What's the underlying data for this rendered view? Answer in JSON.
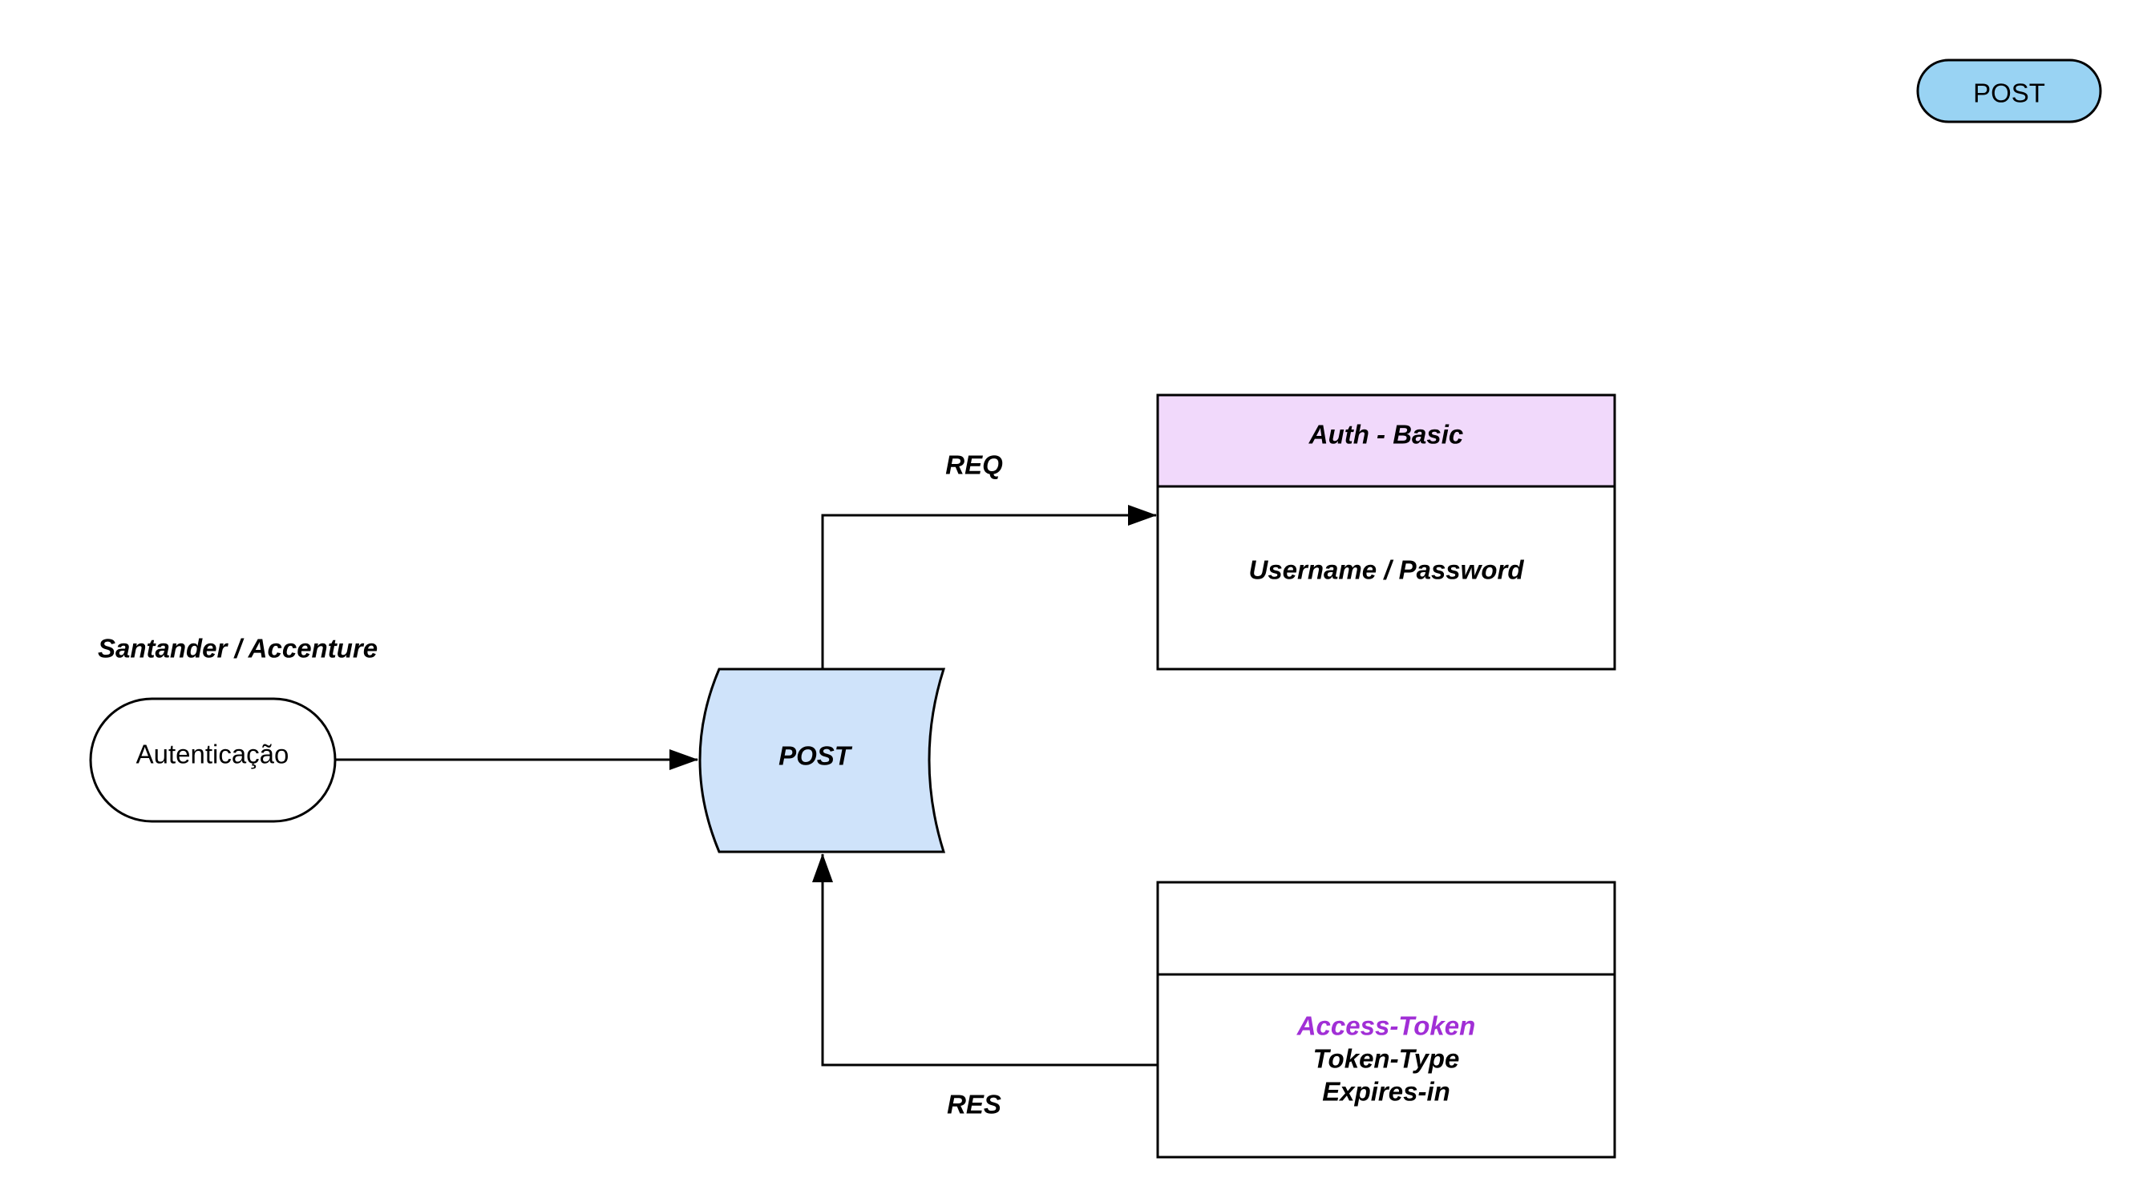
{
  "diagram": {
    "legend_badge": "POST",
    "client_caption": "Santander / Accenture",
    "start_node": "Autenticação",
    "endpoint": "POST",
    "request_label": "REQ",
    "response_label": "RES",
    "request_box": {
      "header": "Auth - Basic",
      "body": "Username / Password"
    },
    "response_box": {
      "header": "",
      "fields": [
        "Access-Token",
        "Token-Type",
        "Expires-in"
      ]
    }
  },
  "colors": {
    "stroke": "#000000",
    "legend_badge_fill": "#99d3f3",
    "endpoint_fill": "#cfe3fa",
    "request_header_fill": "#f1d9fb",
    "access_token_text": "#a12fd6"
  }
}
